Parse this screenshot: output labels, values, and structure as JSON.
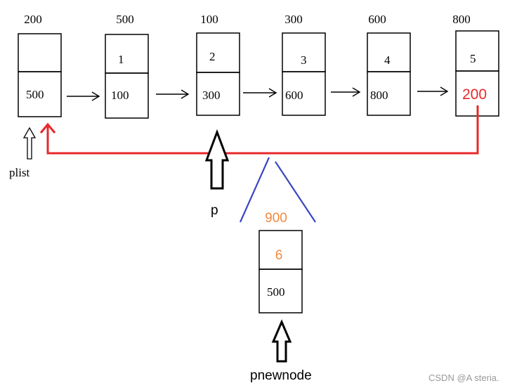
{
  "nodes": [
    {
      "address": "200",
      "data": "",
      "next": "500"
    },
    {
      "address": "500",
      "data": "1",
      "next": "100"
    },
    {
      "address": "100",
      "data": "2",
      "next": "300"
    },
    {
      "address": "300",
      "data": "3",
      "next": "600"
    },
    {
      "address": "600",
      "data": "4",
      "next": "800"
    },
    {
      "address": "800",
      "data": "5",
      "next": "200"
    }
  ],
  "new_node": {
    "address": "900",
    "data": "6",
    "next": "500"
  },
  "pointers": {
    "plist": "plist",
    "p": "p",
    "pnewnode": "pnewnode"
  },
  "watermark": "CSDN @A steria.",
  "colors": {
    "box": "#000000",
    "cycle_link": "#e8282a",
    "insert_lines": "#3b45c4",
    "new_node_text": "#f08a3c",
    "highlight_next": "#e8282a",
    "watermark": "#9a9a9a"
  }
}
